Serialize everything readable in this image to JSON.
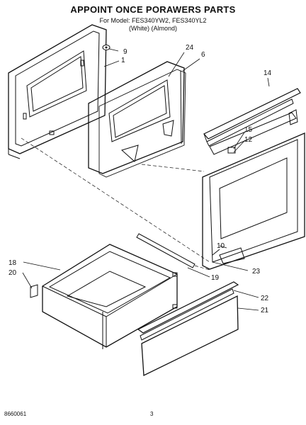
{
  "header": {
    "title": "APPOINT ONCE PORAWERS PARTS",
    "model_line": "For Model: FES340YW2, FES340YL2",
    "color_line": "(White) (Almond)"
  },
  "callouts": {
    "c9": "9",
    "c1": "1",
    "c24": "24",
    "c6": "6",
    "c14": "14",
    "c15": "15",
    "c12": "12",
    "c10": "10",
    "c23": "23",
    "c19": "19",
    "c18": "18",
    "c20": "20",
    "c22": "22",
    "c21": "21"
  },
  "footer": {
    "doc_number": "8660061",
    "page_number": "3"
  }
}
